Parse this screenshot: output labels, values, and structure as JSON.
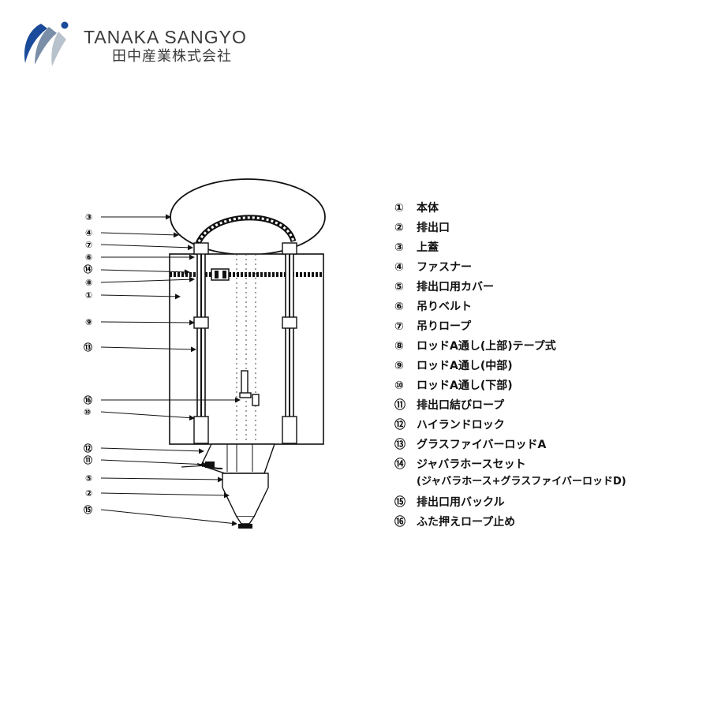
{
  "brand": {
    "name_en": "TANAKA SANGYO",
    "name_jp": "田中産業株式会社",
    "logo_icon": "tanaka-sangyo-logo"
  },
  "callouts": [
    "③",
    "④",
    "⑦",
    "⑥",
    "⑭",
    "⑧",
    "①",
    "⑨",
    "⑬",
    "⑯",
    "⑩",
    "⑫",
    "⑪",
    "⑤",
    "②",
    "⑮"
  ],
  "legend": [
    {
      "num": "①",
      "label": "本体"
    },
    {
      "num": "②",
      "label": "排出口"
    },
    {
      "num": "③",
      "label": "上蓋"
    },
    {
      "num": "④",
      "label": "ファスナー"
    },
    {
      "num": "⑤",
      "label": "排出口用カバー"
    },
    {
      "num": "⑥",
      "label": "吊りベルト"
    },
    {
      "num": "⑦",
      "label": "吊りロープ"
    },
    {
      "num": "⑧",
      "label": "ロッドA通し(上部)テープ式"
    },
    {
      "num": "⑨",
      "label": "ロッドA通し(中部)"
    },
    {
      "num": "⑩",
      "label": "ロッドA通し(下部)"
    },
    {
      "num": "⑪",
      "label": "排出口結びロープ"
    },
    {
      "num": "⑫",
      "label": "ハイランドロック"
    },
    {
      "num": "⑬",
      "label": "グラスファイバーロッドA"
    },
    {
      "num": "⑭",
      "label": "ジャバラホースセット",
      "sub": "(ジャバラホース+グラスファイバーロッドD)"
    },
    {
      "num": "⑮",
      "label": "排出口用バックル"
    },
    {
      "num": "⑯",
      "label": "ふた押えロープ止め"
    }
  ]
}
